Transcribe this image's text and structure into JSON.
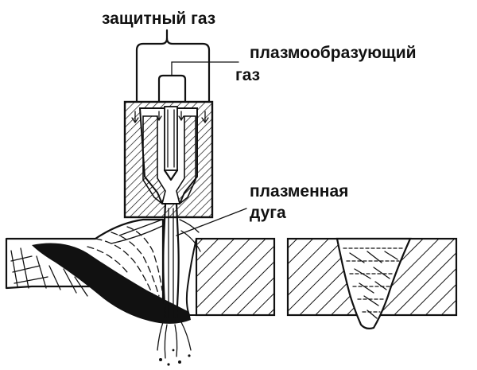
{
  "labels": {
    "shielding_gas": "защитный газ",
    "plasma_gas_line1": "плазмообразующий",
    "plasma_gas_line2": "газ",
    "plasma_arc_line1": "плазменная",
    "plasma_arc_line2": "дуга"
  },
  "colors": {
    "ink": "#111111",
    "background": "#ffffff"
  }
}
